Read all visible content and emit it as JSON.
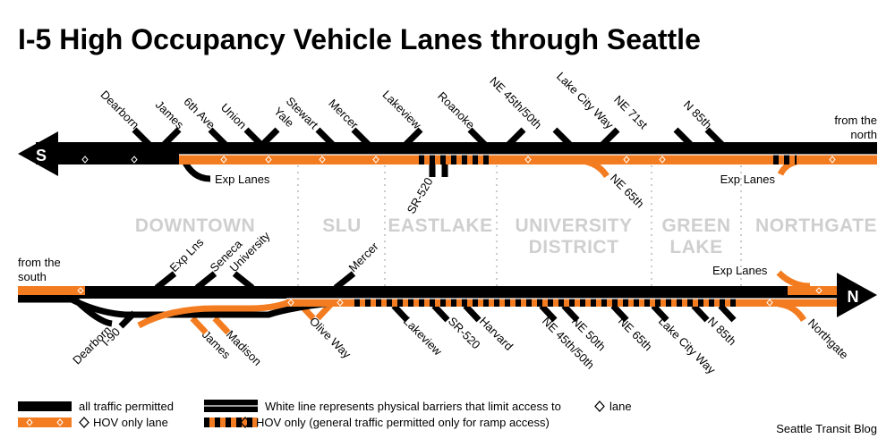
{
  "title": "I-5 High Occupancy Vehicle Lanes through Seattle",
  "colors": {
    "road": "#000000",
    "hov": "#f47c20",
    "divider": "#cccccc",
    "district": "#cfcfcf"
  },
  "southbound": {
    "direction_letter": "S",
    "from_label_line1": "from the",
    "from_label_line2": "north",
    "ramps_above": [
      {
        "id": "dearborn",
        "label": "Dearborn"
      },
      {
        "id": "james",
        "label": "James"
      },
      {
        "id": "sixth-ave",
        "label": "6th Ave"
      },
      {
        "id": "union",
        "label": "Union"
      },
      {
        "id": "yale",
        "label": "Yale"
      },
      {
        "id": "stewart",
        "label": "Stewart"
      },
      {
        "id": "mercer",
        "label": "Mercer"
      },
      {
        "id": "lakeview",
        "label": "Lakeview"
      },
      {
        "id": "roanoke",
        "label": "Roanoke"
      },
      {
        "id": "ne-45th-50th",
        "label": "NE 45th/50th"
      },
      {
        "id": "lake-city-way",
        "label": "Lake City Way"
      },
      {
        "id": "ne-71st",
        "label": "NE 71st"
      },
      {
        "id": "n-85th",
        "label": "N 85th"
      }
    ],
    "ramps_below": [
      {
        "id": "sr-520",
        "label": "SR-520"
      },
      {
        "id": "ne-65th",
        "label": "NE 65th"
      }
    ],
    "exp_lanes_left": "Exp Lanes",
    "exp_lanes_right": "Exp Lanes"
  },
  "districts": [
    {
      "id": "downtown",
      "lines": [
        "DOWNTOWN"
      ]
    },
    {
      "id": "slu",
      "lines": [
        "SLU"
      ]
    },
    {
      "id": "eastlake",
      "lines": [
        "EASTLAKE"
      ]
    },
    {
      "id": "university-district",
      "lines": [
        "UNIVERSITY",
        "DISTRICT"
      ]
    },
    {
      "id": "green-lake",
      "lines": [
        "GREEN",
        "LAKE"
      ]
    },
    {
      "id": "northgate",
      "lines": [
        "NORTHGATE"
      ]
    }
  ],
  "northbound": {
    "direction_letter": "N",
    "from_label_line1": "from the",
    "from_label_line2": "south",
    "ramps_above": [
      {
        "id": "exp-lns",
        "label": "Exp Lns"
      },
      {
        "id": "seneca",
        "label": "Seneca"
      },
      {
        "id": "university",
        "label": "University"
      },
      {
        "id": "mercer",
        "label": "Mercer"
      }
    ],
    "exp_lanes_right": "Exp Lanes",
    "ramps_below": [
      {
        "id": "dearborn",
        "label": "Dearborn"
      },
      {
        "id": "i-90",
        "label": "I-90"
      },
      {
        "id": "james",
        "label": "James"
      },
      {
        "id": "madison",
        "label": "Madison"
      },
      {
        "id": "olive-way",
        "label": "Olive Way"
      },
      {
        "id": "lakeview",
        "label": "Lakeview"
      },
      {
        "id": "sr-520",
        "label": "SR-520"
      },
      {
        "id": "harvard",
        "label": "Harvard"
      },
      {
        "id": "ne-45th-50th",
        "label": "NE 45th/50th"
      },
      {
        "id": "ne-50th",
        "label": "NE 50th"
      },
      {
        "id": "ne-65th",
        "label": "NE 65th"
      },
      {
        "id": "lake-city-way",
        "label": "Lake City Way"
      },
      {
        "id": "n-85th",
        "label": "N 85th"
      },
      {
        "id": "northgate",
        "label": "Northgate"
      }
    ]
  },
  "legend": {
    "all_traffic": "all traffic permitted",
    "hov_only": "HOV only lane",
    "white_line": "White line represents physical barriers that limit access to",
    "white_line_suffix": "lane",
    "hov_ramp": "HOV only (general traffic permitted only for ramp access)"
  },
  "credit": "Seattle Transit Blog"
}
